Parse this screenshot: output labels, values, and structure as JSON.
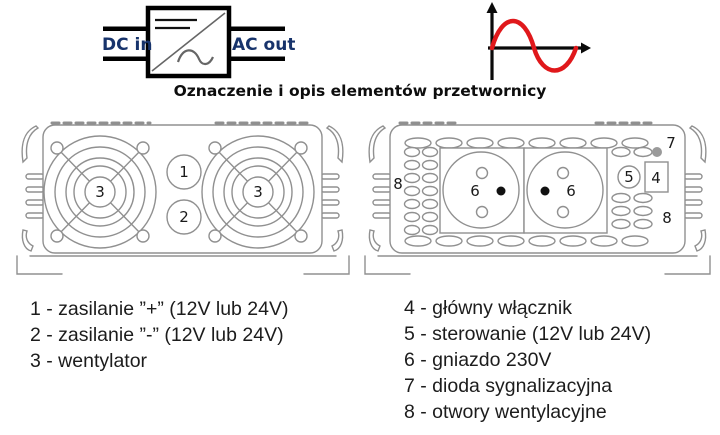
{
  "title": "Oznaczenie i opis elementów przetwornicy",
  "block_diagram": {
    "input_label": "DC in",
    "output_label": "AC out"
  },
  "front_view": {
    "callout_positive": "1",
    "callout_negative": "2",
    "callout_fan": "3"
  },
  "rear_view": {
    "callout_switch": "4",
    "callout_control": "5",
    "callout_socket": "6",
    "callout_led": "7",
    "callout_vents": "8"
  },
  "legend_left": [
    "1 - zasilanie ”+” (12V lub 24V)",
    "2 - zasilanie ”-” (12V lub 24V)",
    "3 - wentylator"
  ],
  "legend_right": [
    "4 - główny włącznik",
    "5 - sterowanie (12V lub 24V)",
    "6 - gniazdo 230V",
    "7 - dioda sygnalizacyjna",
    "8 - otwory wentylacyjne"
  ],
  "colors": {
    "sine_wave": "#e0181b",
    "dc_ac_label": "#17336b",
    "line_art": "#909090",
    "led": "#9a9a9a",
    "axis": "#0a0a0a"
  }
}
